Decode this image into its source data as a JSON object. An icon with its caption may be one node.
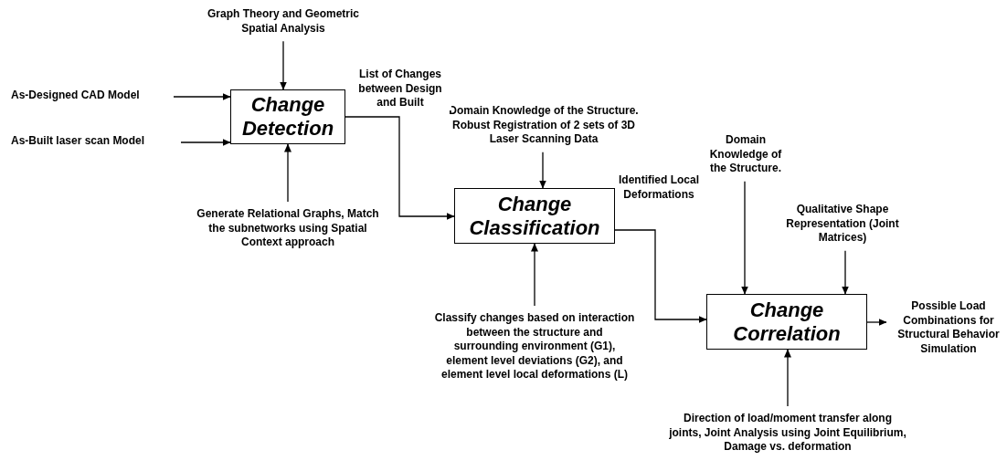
{
  "diagram": {
    "nodes": [
      {
        "text": [
          "Change Detection"
        ]
      },
      {
        "text": [
          "Change Classification"
        ]
      },
      {
        "text": [
          "Change Correlation"
        ]
      },
      {
        "text": [
          "Graph Theory and Geometric Spatial Analysis"
        ]
      },
      {
        "text": [
          "As-Designed CAD Model"
        ]
      },
      {
        "text": [
          "As-Built laser scan Model"
        ]
      },
      {
        "text": [
          "Generate Relational Graphs, Match the subnetworks using Spatial Context approach"
        ]
      },
      {
        "text": [
          "Domain Knowledge of the Structure. Robust Registration of 2 sets of 3D Laser Scanning Data"
        ]
      },
      {
        "text": [
          "Classify changes based on interaction between the structure and surrounding environment (G1), element level deviations (G2), and element level local deformations (L)"
        ]
      },
      {
        "text": [
          "Domain Knowledge of the Structure."
        ]
      },
      {
        "text": [
          "Qualitative Shape Representation (Joint Matrices)"
        ]
      },
      {
        "text": [
          "Direction of load/moment transfer along joints, Joint Analysis using Joint Equilibrium, Damage vs. deformation"
        ]
      },
      {
        "text": [
          "Possible Load Combinations for Structural Behavior Simulation"
        ]
      }
    ],
    "edges": [
      {
        "from": 3,
        "to": 0,
        "arrow": "to"
      },
      {
        "from": 4,
        "to": 0,
        "arrow": "to"
      },
      {
        "from": 5,
        "to": 0,
        "arrow": "to"
      },
      {
        "from": 6,
        "to": 0,
        "arrow": "to"
      },
      {
        "from": 0,
        "to": 1,
        "arrow": "to",
        "label": "List of Changes between Design and Built"
      },
      {
        "from": 7,
        "to": 1,
        "arrow": "to"
      },
      {
        "from": 8,
        "to": 1,
        "arrow": "to"
      },
      {
        "from": 1,
        "to": 2,
        "arrow": "to",
        "label": "Identified Local Deformations"
      },
      {
        "from": 9,
        "to": 2,
        "arrow": "to"
      },
      {
        "from": 10,
        "to": 2,
        "arrow": "to"
      },
      {
        "from": 11,
        "to": 2,
        "arrow": "to"
      },
      {
        "from": 2,
        "to": 12,
        "arrow": "to"
      }
    ]
  }
}
